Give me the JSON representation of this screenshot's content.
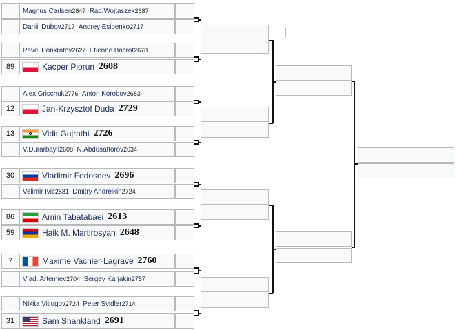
{
  "bracket": {
    "entries": [
      {
        "type": "pair",
        "a": "Magnus Carlsen",
        "ar": "2847",
        "b": "Rad.Wojtaszek",
        "br": "2687"
      },
      {
        "type": "pair",
        "a": "Daniil Dubov",
        "ar": "2717",
        "b": "Andrey Esipenko",
        "br": "2717"
      },
      {
        "type": "pair",
        "a": "Pavel Ponkratov",
        "ar": "2627",
        "b": "Etienne Bacrot",
        "br": "2678"
      },
      {
        "type": "single",
        "seed": "89",
        "flag": "pl",
        "name": "Kacper Piorun",
        "rating": "2608"
      },
      {
        "type": "pair",
        "a": "Alex.Grischuk",
        "ar": "2776",
        "b": "Anton Korobov",
        "br": "2683"
      },
      {
        "type": "single",
        "seed": "12",
        "flag": "pl",
        "name": "Jan-Krzysztof Duda",
        "rating": "2729"
      },
      {
        "type": "single",
        "seed": "13",
        "flag": "in",
        "name": "Vidit Gujrathi",
        "rating": "2726"
      },
      {
        "type": "pair",
        "a": "V.Durarbayli",
        "ar": "2608",
        "b": "N.Abdusattorov",
        "br": "2634"
      },
      {
        "type": "single",
        "seed": "30",
        "flag": "ru",
        "name": "Vladimir Fedoseev",
        "rating": "2696"
      },
      {
        "type": "pair",
        "a": "Velimir Ivić",
        "ar": "2581",
        "b": "Dmitry Andreikin",
        "br": "2724"
      },
      {
        "type": "single",
        "seed": "86",
        "flag": "ir",
        "name": "Amin Tabatabaei",
        "rating": "2613"
      },
      {
        "type": "single",
        "seed": "59",
        "flag": "am",
        "name": "Haik M. Martirosyan",
        "rating": "2648"
      },
      {
        "type": "single",
        "seed": "7",
        "flag": "fr",
        "name": "Maxime Vachier-Lagrave",
        "rating": "2760"
      },
      {
        "type": "pair",
        "a": "Vlad. Artemiev",
        "ar": "2704",
        "b": "Sergey Karjakin",
        "br": "2757"
      },
      {
        "type": "pair",
        "a": "Nikita Vitiugov",
        "ar": "2724",
        "b": "Peter Svidler",
        "br": "2714"
      },
      {
        "type": "single",
        "seed": "31",
        "flag": "us",
        "name": "Sam Shankland",
        "rating": "2691"
      }
    ]
  }
}
